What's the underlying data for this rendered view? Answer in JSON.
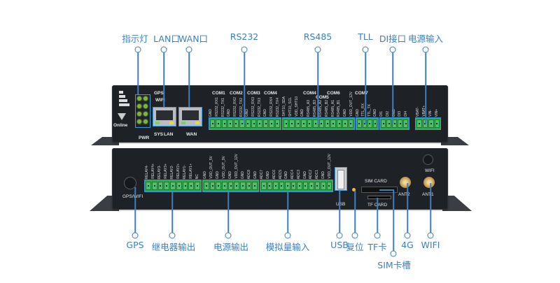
{
  "top_callouts": [
    {
      "id": "indicator",
      "label": "指示灯"
    },
    {
      "id": "lan",
      "label": "LAN口"
    },
    {
      "id": "wan",
      "label": "WAN口"
    },
    {
      "id": "rs232",
      "label": "RS232"
    },
    {
      "id": "rs485",
      "label": "RS485"
    },
    {
      "id": "ttl",
      "label": "TLL"
    },
    {
      "id": "di",
      "label": "DI接口"
    },
    {
      "id": "power_in",
      "label": "电源输入"
    }
  ],
  "bottom_callouts": [
    {
      "id": "gps",
      "label": "GPS"
    },
    {
      "id": "relay",
      "label": "继电器输出"
    },
    {
      "id": "power_out",
      "label": "电源输出"
    },
    {
      "id": "analog_in",
      "label": "模拟量输入"
    },
    {
      "id": "usb",
      "label": "USB"
    },
    {
      "id": "reset",
      "label": "复位"
    },
    {
      "id": "tf",
      "label": "TF卡"
    },
    {
      "id": "sim",
      "label": "SIM卡槽"
    },
    {
      "id": "g4",
      "label": "4G"
    },
    {
      "id": "wifi",
      "label": "WIFI"
    }
  ],
  "front_panel": {
    "led_labels": {
      "gps": "GPS",
      "wifi": "WIFI",
      "sys": "SYS",
      "pwr": "PWR",
      "online": "Online"
    },
    "port_labels": {
      "lan": "LAN",
      "wan": "WAN"
    },
    "com_labels": [
      "COM1",
      "COM2",
      "COM3",
      "COM4",
      "COM4",
      "COM5",
      "COM6",
      "COM7"
    ],
    "pins_block1": [
      "GND",
      "RS232_RX1",
      "RS232_TX1",
      "GND",
      "RS232_RX2",
      "RS232_TX2",
      "GND",
      "RS232_RX3",
      "RS232_TX3",
      "GND",
      "RS232_RX4",
      "RS232_TX4"
    ],
    "pins_block2": [
      "SHT10_SDA",
      "SHT10_SCL",
      "VDD_SHT10",
      "GND",
      "RS485_A3",
      "RS485_B3",
      "RS485_A2",
      "RS485_B2",
      "RS485_A1",
      "RS485_B1",
      "GND",
      "VDD_OUT_12V"
    ],
    "pins_ttl": [
      "GND",
      "TTL_RX",
      "TTL_TX",
      "GND"
    ],
    "pins_di": [
      "DI1",
      "DI2",
      "GND",
      "DI3",
      "DI4"
    ],
    "pins_power": [
      "VBAT-",
      "VBAT+",
      "VIN-",
      "VIN+"
    ]
  },
  "rear_panel": {
    "gps_wifi_label": "GPS/WIFI",
    "pins_relay": [
      "RELAY4-",
      "RELAY4+",
      "RELAY3-",
      "RELAY3+",
      "RELAY2-",
      "RELAY2+",
      "RELAY1-",
      "RELAY1+",
      "NC"
    ],
    "pins_power_out": [
      "GND",
      "VDD_OUT_5V",
      "GND",
      "VDD_OUT_9V",
      "GND",
      "VDD_OUT_12V",
      "GND",
      "ADC8",
      "GND"
    ],
    "pins_analog": [
      "ADC7",
      "GND",
      "ADC6",
      "ADC5",
      "GND",
      "ADC4",
      "ADC3",
      "GND",
      "ADC2",
      "ADC1",
      "GND",
      "VDD_OUT_12V"
    ],
    "usb_label": "USB",
    "sim_label": "SIM CARD",
    "tf_label": "TF CARD",
    "ant2_label": "ANT2",
    "ant1_label": "ANT1",
    "wifi_label": "WIFI"
  },
  "colors": {
    "callout": "#3d7fc1",
    "device": "#1e2126",
    "terminal": "#4fc06a",
    "highlight": "#3d9ad9"
  }
}
